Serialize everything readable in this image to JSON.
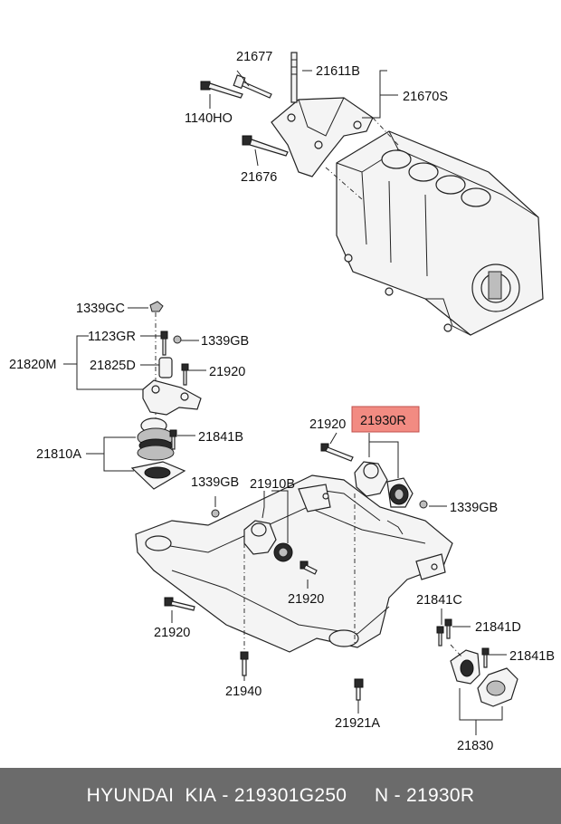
{
  "labels": {
    "l21677": "21677",
    "l21611B": "21611B",
    "l21670S": "21670S",
    "l1140HO": "1140HO",
    "l21676": "21676",
    "l1339GC": "1339GC",
    "l1123GR": "1123GR",
    "l1339GB_a": "1339GB",
    "l21820M": "21820M",
    "l21825D": "21825D",
    "l21920_a": "21920",
    "l21841B_a": "21841B",
    "l21810A": "21810A",
    "l21920_b": "21920",
    "l21930R": "21930R",
    "l1339GB_b": "1339GB",
    "l1339GB_c": "1339GB",
    "l21910B": "21910B",
    "l21920_c": "21920",
    "l21920_d": "21920",
    "l21940": "21940",
    "l21841C": "21841C",
    "l21841D": "21841D",
    "l21841B_b": "21841B",
    "l21921A": "21921A",
    "l21830": "21830"
  },
  "highlight_color": "#f28b82",
  "footer": {
    "brand": "HYUNDAI  KIA",
    "part_number": " - 219301G250     N - 21930R"
  }
}
